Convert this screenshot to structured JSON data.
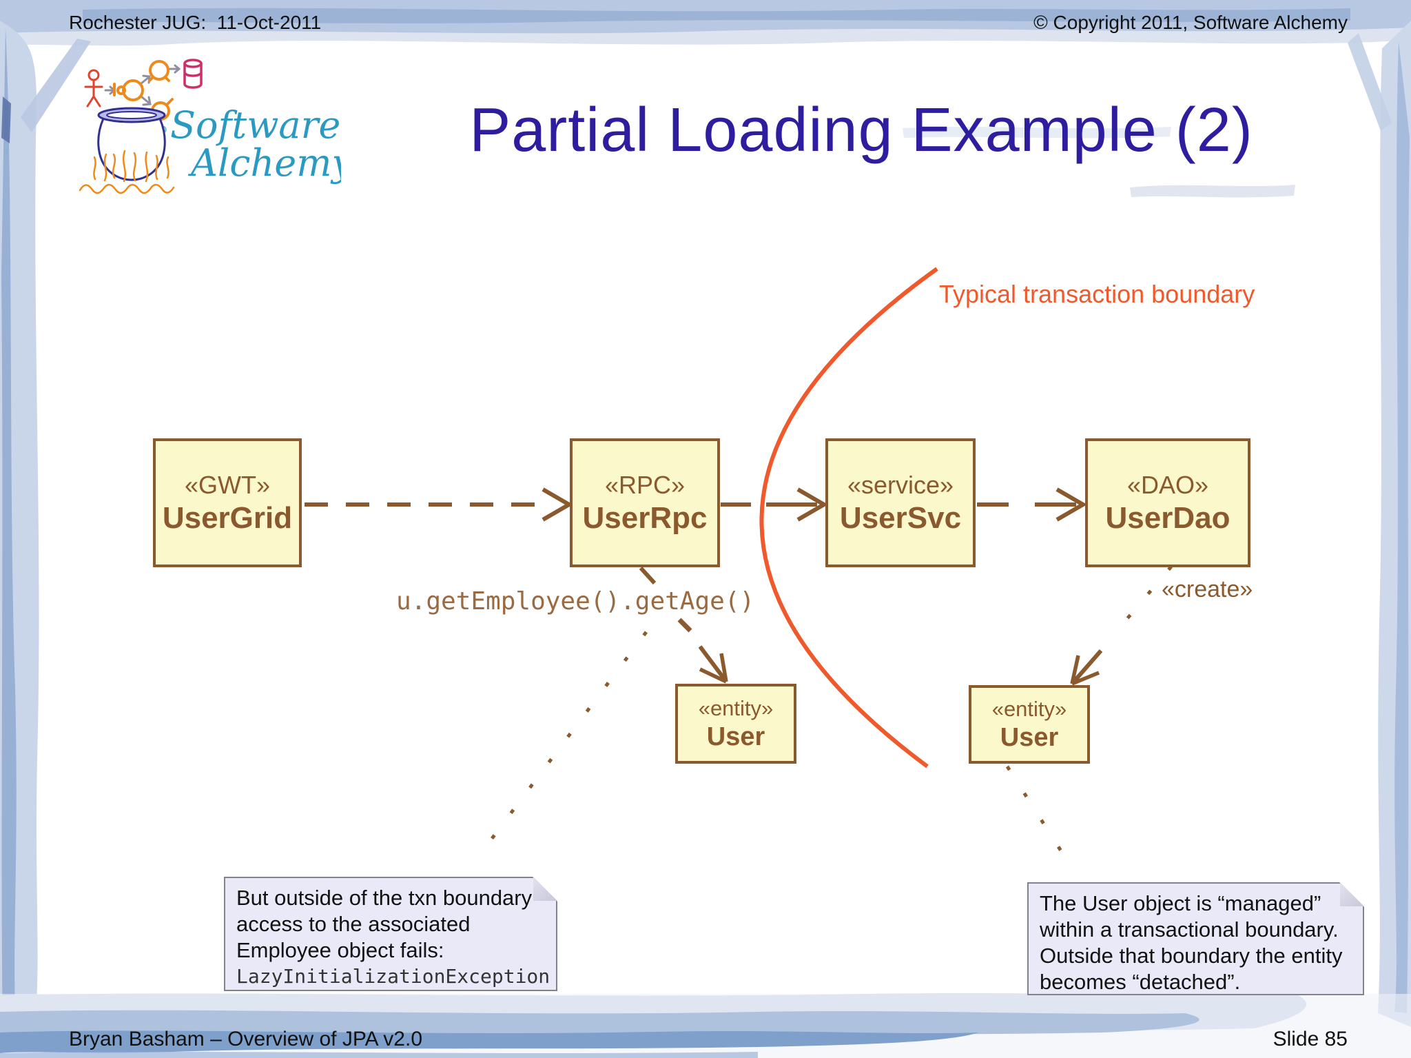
{
  "header": {
    "left": "Rochester JUG:  11-Oct-2011",
    "right": "© Copyright 2011, Software Alchemy"
  },
  "logo": {
    "line1": "Software",
    "line2": "Alchemy"
  },
  "title": "Partial Loading Example (2)",
  "diagram": {
    "transaction_boundary_label": "Typical transaction boundary",
    "method_call": "u.getEmployee().getAge()",
    "create_label": "«create»",
    "classes": [
      {
        "stereotype": "«GWT»",
        "name": "UserGrid"
      },
      {
        "stereotype": "«RPC»",
        "name": "UserRpc"
      },
      {
        "stereotype": "«service»",
        "name": "UserSvc"
      },
      {
        "stereotype": "«DAO»",
        "name": "UserDao"
      },
      {
        "stereotype": "«entity»",
        "name": "User"
      },
      {
        "stereotype": "«entity»",
        "name": "User"
      }
    ]
  },
  "notes": {
    "left": {
      "line1": "But outside of the txn boundary",
      "line2": "access to the associated",
      "line3": "Employee object fails:",
      "code": "LazyInitializationException"
    },
    "right": {
      "line1": "The User object is “managed”",
      "line2": "within a transactional boundary.",
      "line3": "Outside that boundary the entity",
      "line4": "becomes “detached”."
    }
  },
  "footer": {
    "left": "Bryan Basham – Overview of JPA v2.0",
    "right": "Slide 85"
  },
  "colors": {
    "uml_brown": "#8a5a2e",
    "box_fill": "#fbf8cb",
    "boundary_orange": "#f0592b",
    "title_blue": "#2e1d9e",
    "note_fill": "#e9e9f8",
    "logo_teal": "#2b9ac2"
  }
}
